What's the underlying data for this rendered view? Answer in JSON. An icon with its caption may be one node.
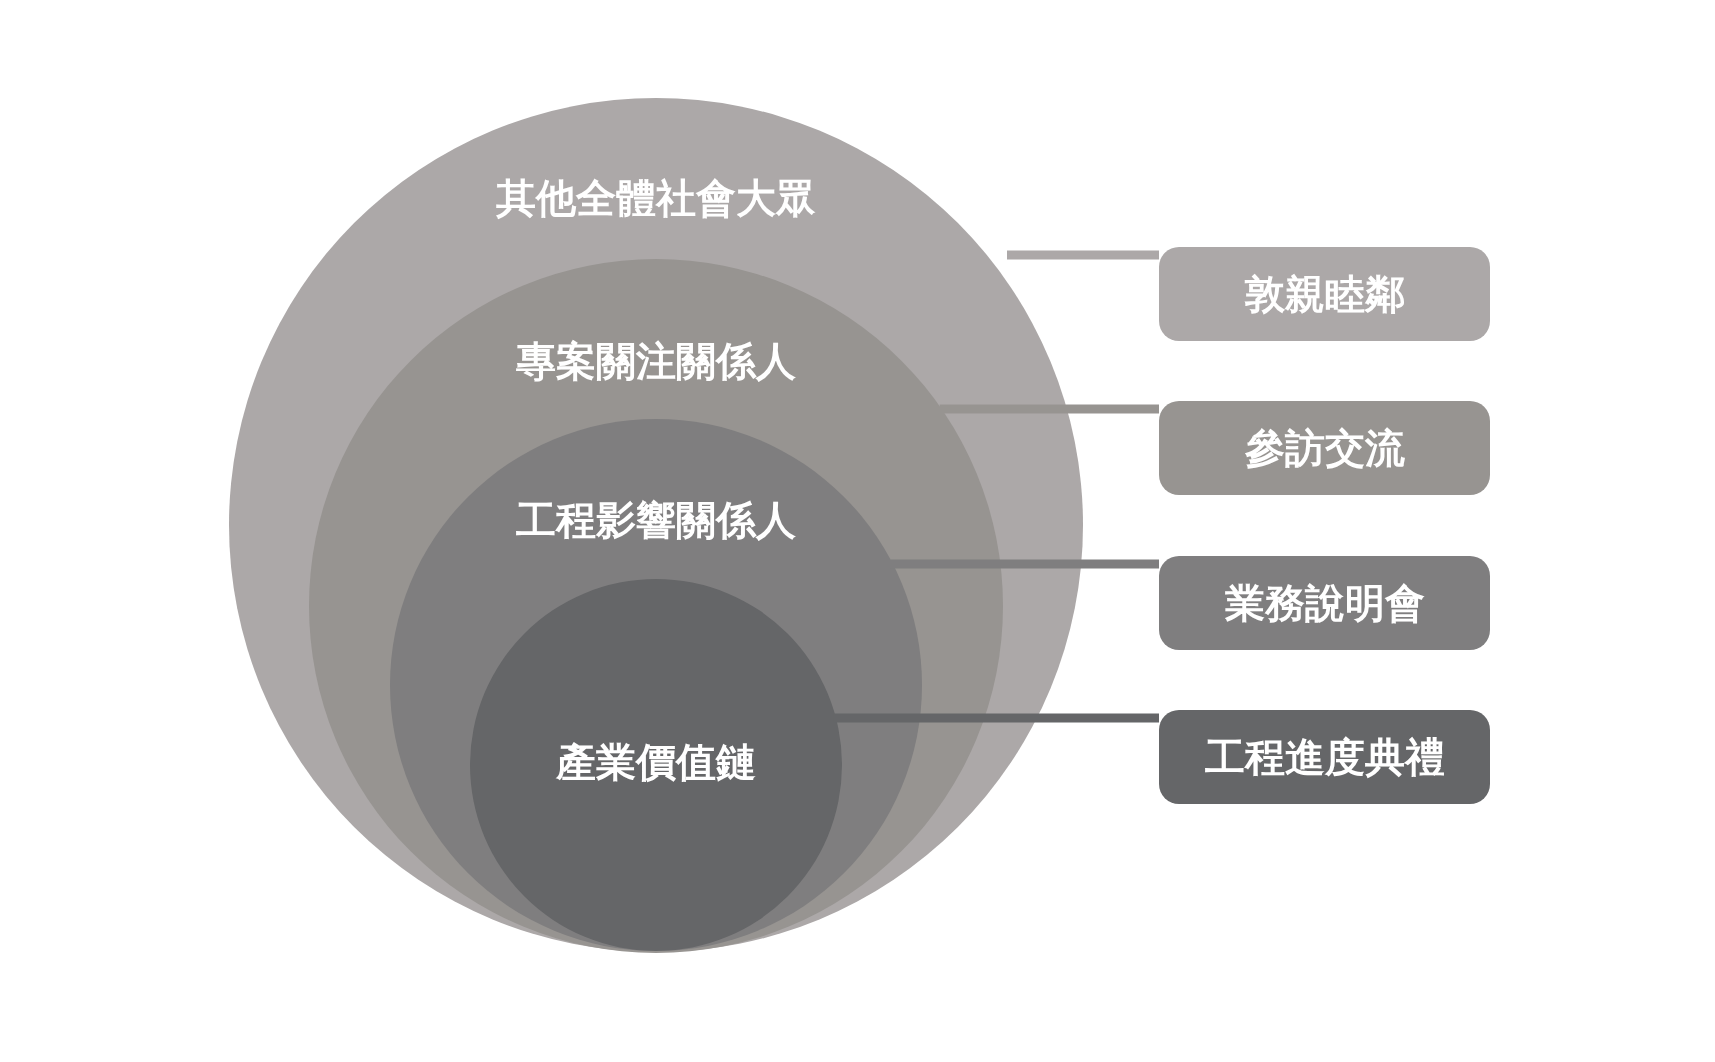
{
  "diagram": {
    "nodes": [
      {
        "text": [
          "其他全體社會大眾"
        ]
      },
      {
        "text": [
          "專案關注關係人"
        ],
        "in": 0
      },
      {
        "text": [
          "工程影響關係人"
        ],
        "in": 1
      },
      {
        "text": [
          "產業價值鏈"
        ],
        "in": 2
      },
      {
        "text": [
          "敦親睦鄰"
        ]
      },
      {
        "text": [
          "參訪交流"
        ]
      },
      {
        "text": [
          "業務說明會"
        ]
      },
      {
        "text": [
          "工程進度典禮"
        ]
      }
    ],
    "edges": [
      {
        "from": 0,
        "to": 4,
        "arrow": "none",
        "color": "#aca8a8"
      },
      {
        "from": 1,
        "to": 5,
        "arrow": "none",
        "color": "#979491"
      },
      {
        "from": 2,
        "to": 6,
        "arrow": "none",
        "color": "#7f7e7f"
      },
      {
        "from": 3,
        "to": 7,
        "arrow": "none",
        "color": "#656668"
      }
    ]
  }
}
